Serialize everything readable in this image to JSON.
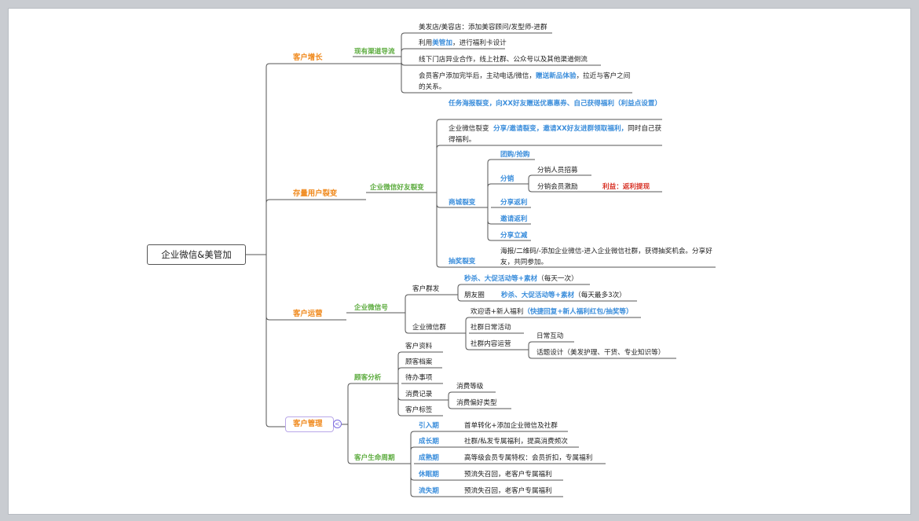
{
  "root": "企业微信&美管加",
  "branches": {
    "growth": {
      "label": "客户增长",
      "sub": "现有渠道导流",
      "items": [
        "美发店/美容店：添加美容顾问/发型师-进群",
        [
          "利用",
          "美管加",
          "，进行福利卡设计"
        ],
        "线下门店异业合作，线上社群、公众号以及其他渠道倒流",
        [
          "会员客户添加完毕后，主动电话/微信，",
          "赠送新品体验",
          "，拉近与客户之间的关系。"
        ]
      ]
    },
    "fission": {
      "label": "存量用户裂变",
      "sub": "企业微信好友裂变",
      "task": "任务海报裂变，向XX好友赠送优惠惠券、自己获得福利（利益点设置）",
      "wechat_prefix": "企业微信裂变",
      "wechat_blue": "分享/邀请裂变，邀请XX好友进群领取福利，",
      "wechat_suffix": "同时自己获得福利。",
      "mall": "商城裂变",
      "mall_items": [
        "团购/抢购",
        "分销",
        "分享返利",
        "邀请返利",
        "分享立减"
      ],
      "dist_items": [
        "分销人员招募",
        "分销会员激励"
      ],
      "benefit": "利益：返利提现",
      "lottery": "抽奖裂变",
      "lottery_text": "海报/二维码/-添加企业微信-进入企业微信社群，获得抽奖机会。分享好友，共同参加。"
    },
    "ops": {
      "label": "客户运营",
      "sub": "企业微信号",
      "mass": "客户群发",
      "mass_line1_blue": "秒杀、大促活动等+素材",
      "mass_line1_suffix": "（每天一次）",
      "moments": "朋友圈",
      "mass_line2_blue": "秒杀、大促活动等+素材",
      "mass_line2_suffix": "（每天最多3次）",
      "group": "企业微信群",
      "welcome_prefix": "欢迎语+新人福利",
      "welcome_blue": "（快捷回复+新人福利红包/抽奖等）",
      "daily": "社群日常活动",
      "content": "社群内容运营",
      "interaction": "日常互动",
      "topic": "话题设计（美发护理、干货、专业知识等）"
    },
    "mgmt": {
      "label": "客户管理",
      "analysis": "顾客分析",
      "analysis_items": [
        "客户资料",
        "顾客档案",
        "待办事项",
        "消费记录",
        "客户标签"
      ],
      "consume_items": [
        "消费等级",
        "消费偏好类型"
      ],
      "lifecycle": "客户生命周期",
      "stages": [
        {
          "name": "引入期",
          "desc": "首单转化+添加企业微信及社群"
        },
        {
          "name": "成长期",
          "desc": "社群/私发专属福利，提高消费频次"
        },
        {
          "name": "成熟期",
          "desc": "高等级会员专属特权：会员折扣，专属福利"
        },
        {
          "name": "休眠期",
          "desc": "预流失召回，老客户专属福利"
        },
        {
          "name": "流失期",
          "desc": "预流失召回，老客户专属福利"
        }
      ],
      "collapse_symbol": "<"
    }
  }
}
